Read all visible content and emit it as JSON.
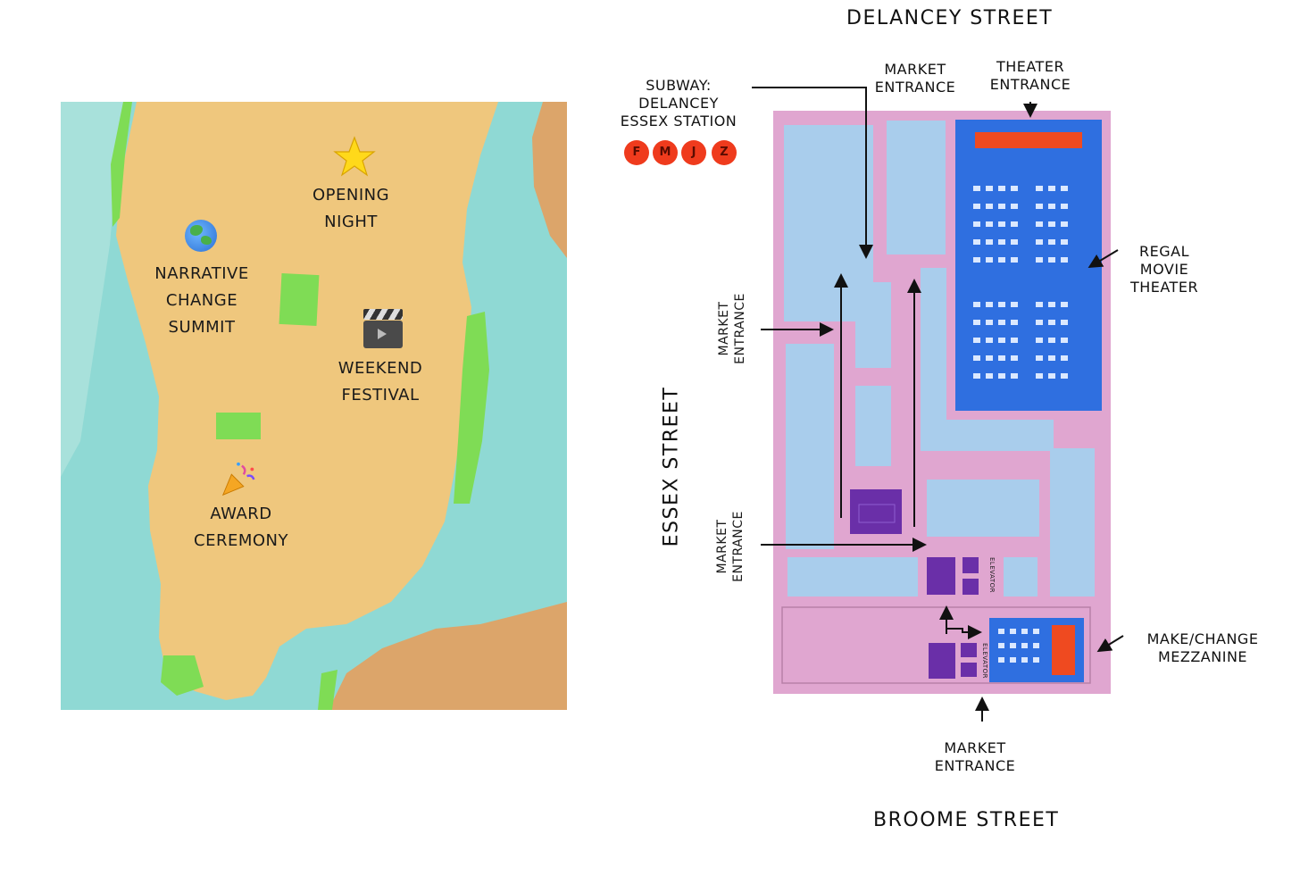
{
  "left_map": {
    "labels": {
      "opening_night": [
        "OPENING",
        "NIGHT"
      ],
      "narrative_summit": [
        "NARRATIVE",
        "CHANGE",
        "SUMMIT"
      ],
      "weekend_festival": [
        "WEEKEND",
        "FESTIVAL"
      ],
      "award_ceremony": [
        "AWARD",
        "CEREMONY"
      ]
    },
    "colors": {
      "water": "#8fd9d4",
      "land": "#efc77d",
      "park": "#7fdc55",
      "land_dark": "#dca56a"
    },
    "icons": [
      "star-icon",
      "globe-icon",
      "clapperboard-icon",
      "party-popper-icon"
    ]
  },
  "right_map": {
    "streets": {
      "north": "DELANCEY STREET",
      "south": "BROOME STREET",
      "west": "ESSEX STREET"
    },
    "subway": {
      "label": [
        "SUBWAY:",
        "DELANCEY",
        "ESSEX STATION"
      ],
      "lines": [
        "F",
        "M",
        "J",
        "Z"
      ]
    },
    "entrances": {
      "market_top": [
        "MARKET",
        "ENTRANCE"
      ],
      "theater_top": [
        "THEATER",
        "ENTRANCE"
      ],
      "market_west_upper": [
        "MARKET",
        "ENTRANCE"
      ],
      "market_west_lower": [
        "MARKET",
        "ENTRANCE"
      ],
      "market_bottom": [
        "MARKET",
        "ENTRANCE"
      ]
    },
    "features": {
      "theater": [
        "REGAL",
        "MOVIE",
        "THEATER"
      ],
      "mezzanine": [
        "MAKE/CHANGE",
        "MEZZANINE"
      ],
      "elevator_1": "ELEVATOR",
      "elevator_2": "ELEVATOR"
    },
    "colors": {
      "pink": "#e0a6d0",
      "stall": "#a9cdec",
      "theater": "#2f6fe0",
      "purple": "#6a2fa8",
      "red": "#ef4a20"
    }
  }
}
